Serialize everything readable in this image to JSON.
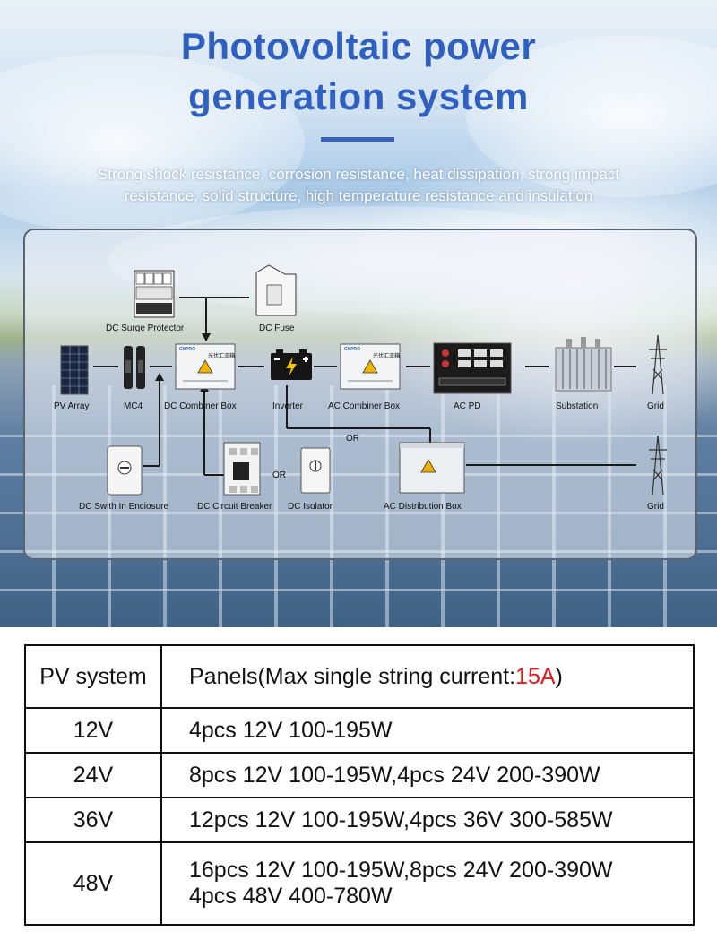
{
  "header": {
    "title_line1": "Photovoltaic power",
    "title_line2": "generation system",
    "subtitle_line1": "Strong shock resistance, corrosion resistance, heat dissipation, strong impact",
    "subtitle_line2": "resistance, solid structure, high temperature resistance and insulation"
  },
  "diagram": {
    "labels": {
      "dc_surge_protector": "DC Surge Protector",
      "dc_fuse": "DC Fuse",
      "pv_array": "PV Array",
      "mc4": "MC4",
      "dc_combiner_box": "DC Combiner Box",
      "inverter": "Inverter",
      "ac_combiner_box": "AC Combiner Box",
      "ac_pd": "AC PD",
      "substation": "Substation",
      "grid_top": "Grid",
      "grid_bottom": "Grid",
      "or_inverter": "OR",
      "or_breaker": "OR",
      "dc_switch_enclosure": "DC Swith In Enciosure",
      "dc_circuit_breaker": "DC Circuit Breaker",
      "dc_isolator": "DC Isolator",
      "ac_distribution_box": "AC Distribution Box"
    },
    "box_text": {
      "cnpro": "CNPRO",
      "combiner_cn": "光伏汇流箱"
    }
  },
  "table": {
    "header": {
      "col1": "PV system",
      "col2_prefix": "Panels(Max single string current:",
      "col2_value": "15A",
      "col2_suffix": ")"
    },
    "rows": [
      {
        "system": "12V",
        "line1": "4pcs 12V 100-195W",
        "line2": ""
      },
      {
        "system": "24V",
        "line1": "8pcs 12V 100-195W,4pcs 24V 200-390W",
        "line2": ""
      },
      {
        "system": "36V",
        "line1": "12pcs 12V 100-195W,4pcs 36V 300-585W",
        "line2": ""
      },
      {
        "system": "48V",
        "line1": "16pcs 12V 100-195W,8pcs 24V 200-390W",
        "line2": "4pcs 48V 400-780W"
      }
    ]
  },
  "colors": {
    "title": "#2f5fc0",
    "highlight": "#e0191c"
  }
}
